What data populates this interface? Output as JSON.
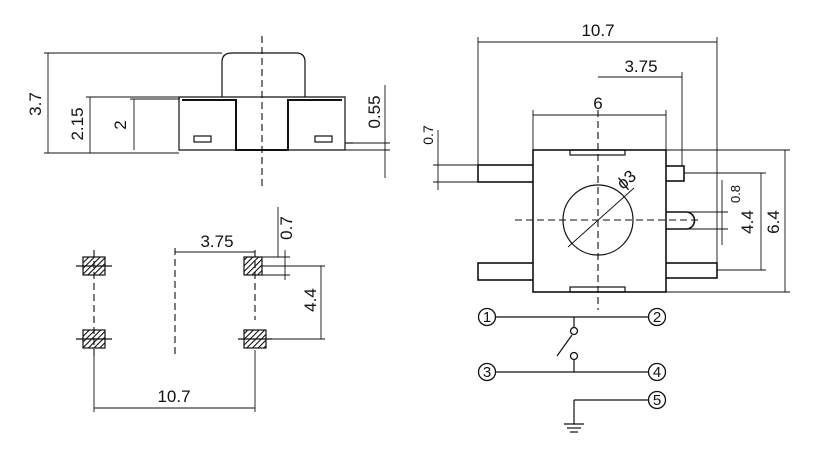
{
  "side_view": {
    "dim_total_height": "3.7",
    "dim_body_height": "2.15",
    "dim_inner_height": "2",
    "dim_terminal": "0.55"
  },
  "pcb_layout": {
    "dim_pad_offset": "3.75",
    "dim_pad_width": "0.7",
    "dim_pad_pitch_v": "4.4",
    "dim_pad_span": "10.7"
  },
  "top_view": {
    "dim_overall_width": "10.7",
    "dim_offset": "3.75",
    "dim_body_width": "6",
    "dim_lead_width": "0.7",
    "dim_diameter": "ϕ3",
    "dim_small": "0.8",
    "dim_pitch": "4.4",
    "dim_body_height": "6.4"
  },
  "schematic": {
    "pins": [
      "1",
      "2",
      "3",
      "4",
      "5"
    ]
  }
}
